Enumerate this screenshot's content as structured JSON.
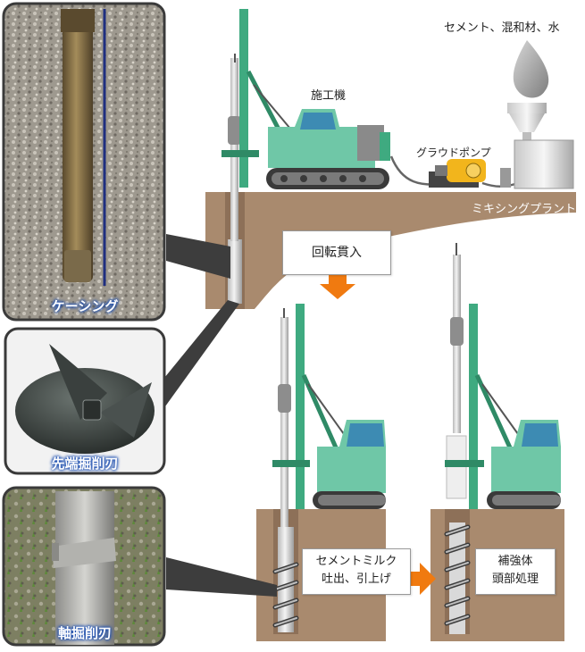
{
  "labels": {
    "materials": "セメント、混和材、水",
    "machine": "施工機",
    "pump": "グラウドポンプ",
    "plant": "ミキシングプラント",
    "rotation": "回転貫入",
    "inject_line1": "セメントミルク",
    "inject_line2": "吐出、引上げ",
    "head_line1": "補強体",
    "head_line2": "頭部処理"
  },
  "photos": {
    "casing": "ケーシング",
    "tip_blade": "先端掘削刃",
    "shaft_blade": "軸掘削刃"
  },
  "colors": {
    "soil": "#a98a6e",
    "machine_green": "#6fc7a7",
    "mast_green": "#3faa80",
    "pump_yellow": "#f2b51c",
    "arrow_orange": "#f07a10",
    "caption_blue": "#1d4fb0"
  }
}
